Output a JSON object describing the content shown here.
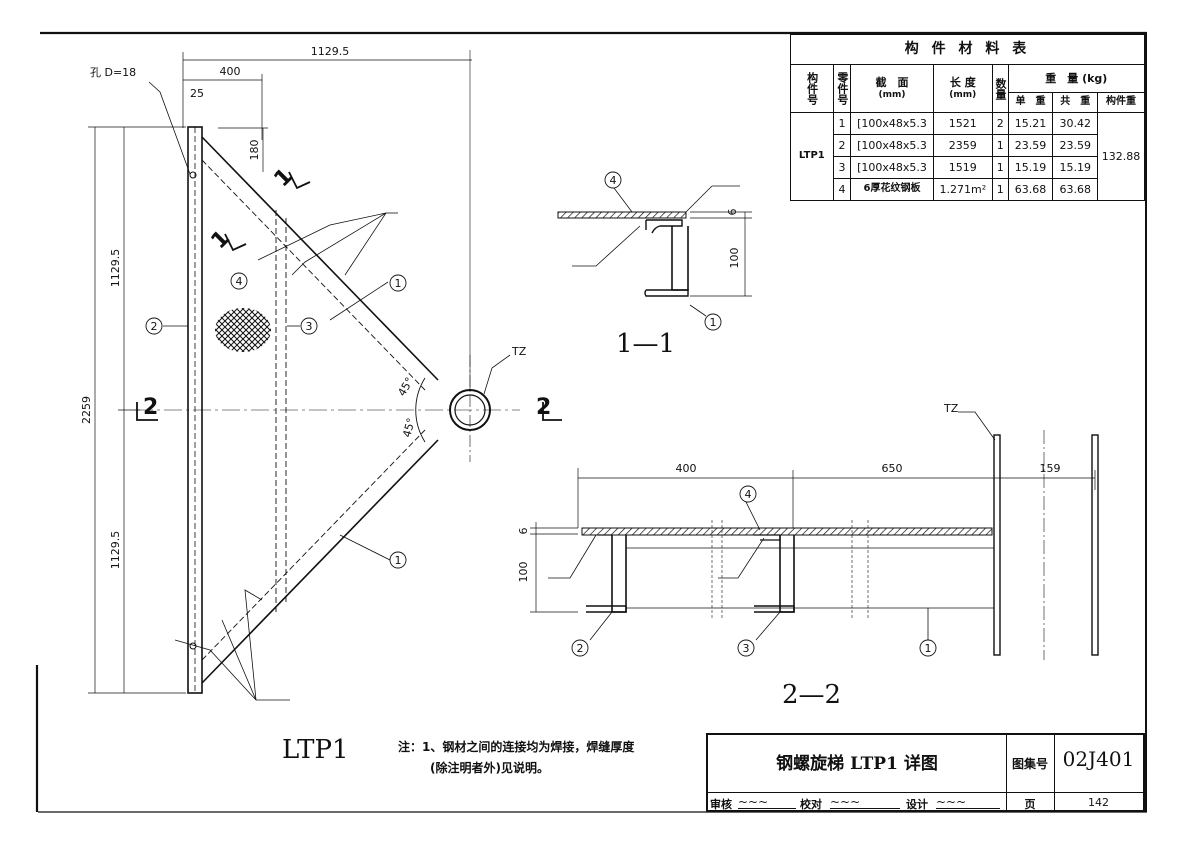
{
  "drawing": {
    "main_view_label": "LTP1",
    "section_1_label": "1—1",
    "section_2_label": "2—2",
    "cut_mark_1": "1",
    "cut_mark_2": "2",
    "hole_note": "孔 D=18",
    "tz_label": "TZ",
    "angle_label": "45°",
    "dimensions": {
      "total_width": "1129.5",
      "d400": "400",
      "d25": "25",
      "d180": "180",
      "total_height": "2259",
      "half_upper": "1129.5",
      "half_lower": "1129.5",
      "sec1_d6": "6",
      "sec1_d100": "100",
      "sec2_d400": "400",
      "sec2_d650": "650",
      "sec2_d159": "159",
      "sec2_d6": "6",
      "sec2_d100": "100"
    },
    "part_marks": [
      "1",
      "2",
      "3",
      "4"
    ]
  },
  "table": {
    "title": "构 件 材 料 表",
    "headers": {
      "member_no": "构件号",
      "part_no": "零件号",
      "section": "截　面",
      "section_unit": "(mm)",
      "length": "长 度",
      "length_unit": "(mm)",
      "qty": "数量",
      "weight": "重　量 (kg)",
      "unit_weight": "单　重",
      "total_weight": "共　重",
      "member_weight": "构件重"
    },
    "member": "LTP1",
    "member_weight": "132.88",
    "rows": [
      {
        "part": "1",
        "section": "[100x48x5.3",
        "length": "1521",
        "qty": "2",
        "unit": "15.21",
        "total": "30.42"
      },
      {
        "part": "2",
        "section": "[100x48x5.3",
        "length": "2359",
        "qty": "1",
        "unit": "23.59",
        "total": "23.59"
      },
      {
        "part": "3",
        "section": "[100x48x5.3",
        "length": "1519",
        "qty": "1",
        "unit": "15.19",
        "total": "15.19"
      },
      {
        "part": "4",
        "section": "6厚花纹钢板",
        "length": "1.271m²",
        "qty": "1",
        "unit": "63.68",
        "total": "63.68"
      }
    ]
  },
  "notes": {
    "line1": "注：1、钢材之间的连接均为焊接，焊缝厚度",
    "line2": "(除注明者外)见说明。"
  },
  "title_block": {
    "title": "钢螺旋梯 LTP1 详图",
    "atlas_label": "图集号",
    "atlas_no": "02J401",
    "review_label": "审核",
    "check_label": "校对",
    "design_label": "设计",
    "page_label": "页",
    "page_no": "142"
  }
}
